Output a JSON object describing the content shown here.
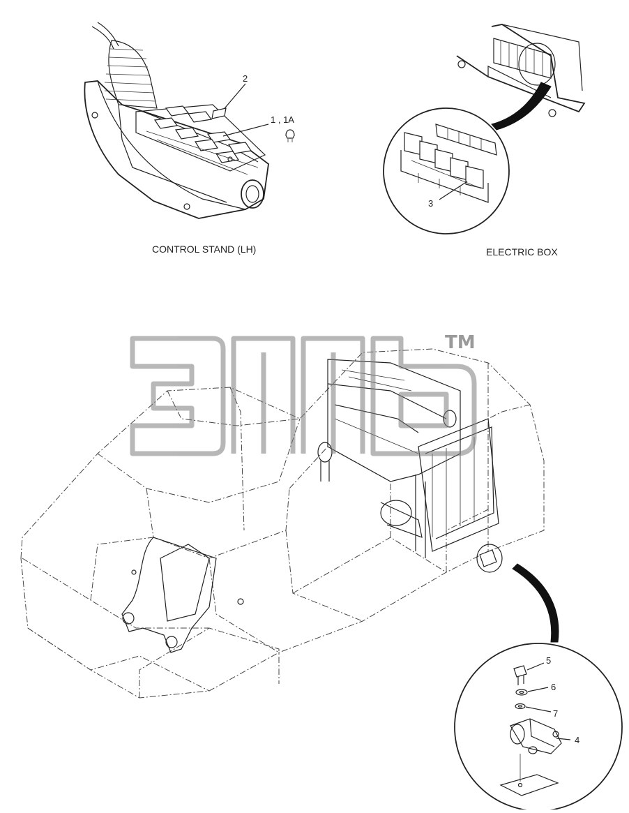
{
  "captions": {
    "control_stand": "CONTROL STAND (LH)",
    "electric_box": "ELECTRIC BOX"
  },
  "callouts": {
    "c1": "1 , 1A",
    "c2": "2",
    "c3": "3",
    "c4": "4",
    "c5": "5",
    "c6": "6",
    "c7": "7"
  },
  "watermark": {
    "mark": "TM",
    "color": "#9a9a9a"
  },
  "colors": {
    "line": "#222222",
    "dash": "#444444"
  }
}
